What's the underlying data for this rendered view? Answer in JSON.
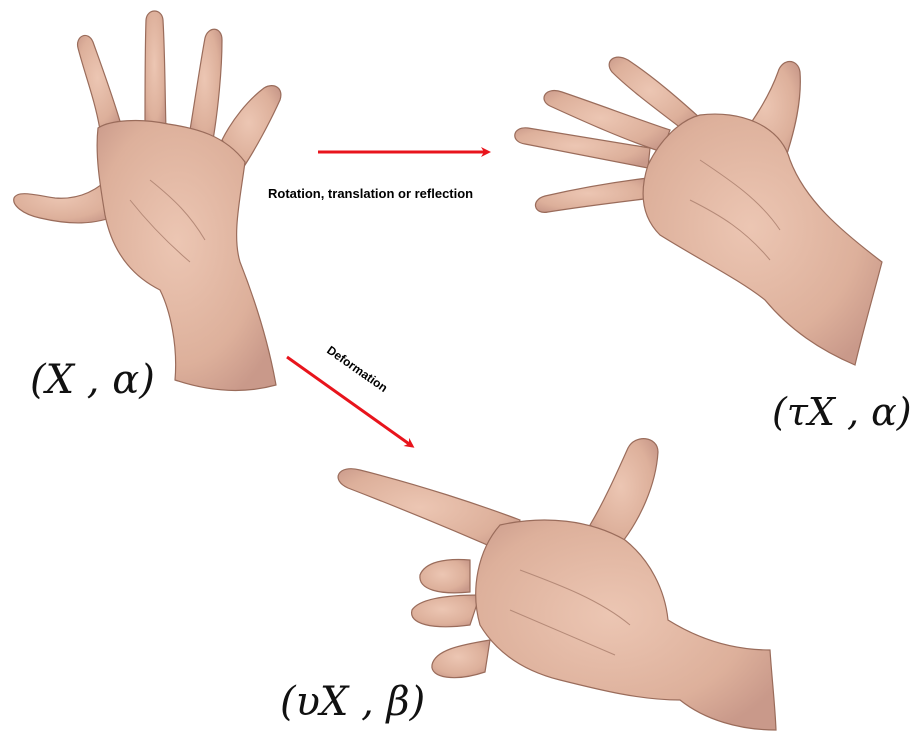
{
  "figure": {
    "source_hand_label": "(X , α)",
    "rigid_hand_label": "(τX , α)",
    "deformed_hand_label": "(υX , β)",
    "rigid_arrow_label": "Rotation, translation or reflection",
    "deform_arrow_label": "Deformation"
  },
  "colors": {
    "skin": "#e2b6a2",
    "skin_shadow": "#b88a78",
    "skin_outline": "#8a5e4e",
    "arrow": "#e8141c",
    "text": "#000000"
  }
}
